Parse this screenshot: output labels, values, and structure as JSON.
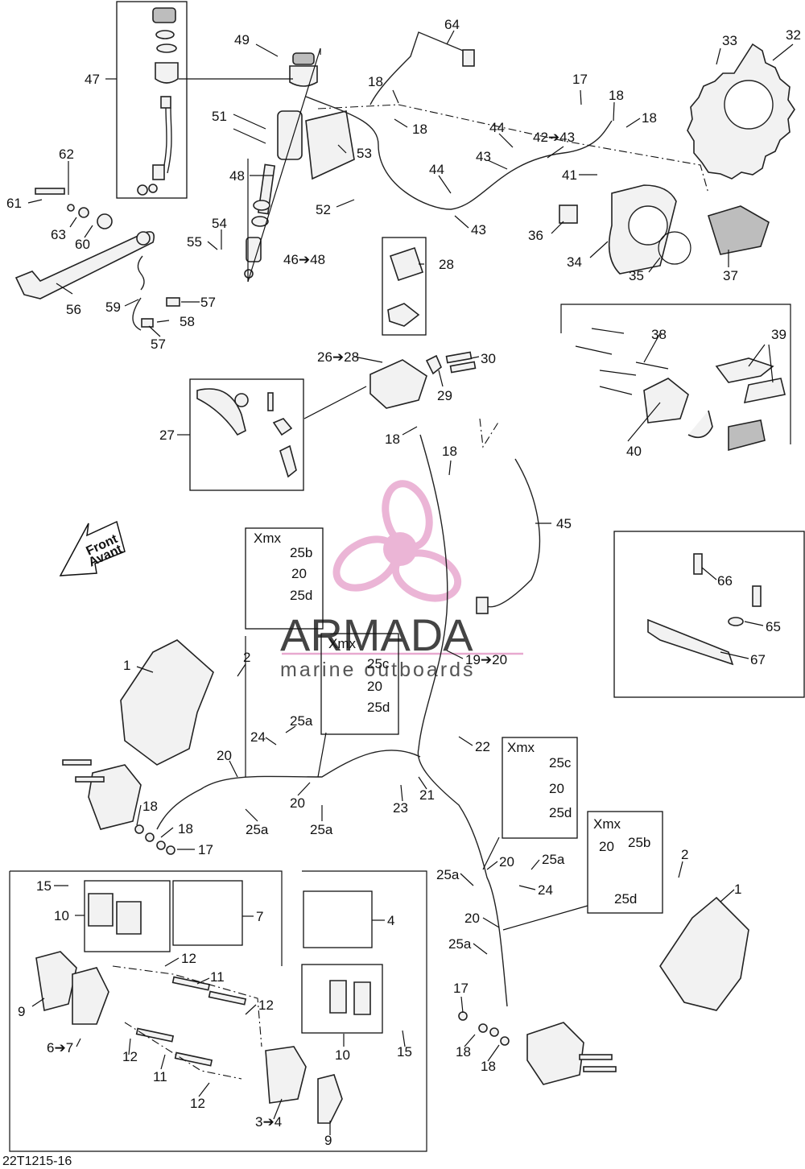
{
  "diagram_code": "22T1215-16",
  "direction_arrow": {
    "line1": "Front",
    "line2": "Avant"
  },
  "watermark": {
    "brand": "ARMADA",
    "tagline": "marine outboards",
    "logo_color": "#e8a9cf",
    "text_color": "#444444"
  },
  "xmx_boxes": [
    {
      "title": "Xmx",
      "labels": [
        "25b",
        "20",
        "25d"
      ]
    },
    {
      "title": "Xmx",
      "labels": [
        "25c",
        "20",
        "25d"
      ]
    },
    {
      "title": "Xmx",
      "labels": [
        "25c",
        "20",
        "25d"
      ]
    },
    {
      "title": "Xmx",
      "labels": [
        "20",
        "25b",
        "25d"
      ]
    }
  ],
  "callouts": {
    "c64": "64",
    "c49": "49",
    "c47": "47",
    "c51": "51",
    "c53": "53",
    "c48": "48",
    "c52": "52",
    "c54": "54",
    "c55": "55",
    "c46_48": "46➔48",
    "c62": "62",
    "c61": "61",
    "c63": "63",
    "c60": "60",
    "c56": "56",
    "c59": "59",
    "c57a": "57",
    "c58": "58",
    "c57b": "57",
    "c18a": "18",
    "c18b": "18",
    "c44a": "44",
    "c42_43": "42➔43",
    "c43a": "43",
    "c44b": "44",
    "c43b": "43",
    "c17a": "17",
    "c18c": "18",
    "c18d": "18",
    "c41": "41",
    "c33": "33",
    "c32": "32",
    "c36": "36",
    "c34": "34",
    "c35": "35",
    "c37": "37",
    "c38": "38",
    "c39": "39",
    "c40": "40",
    "c28": "28",
    "c26_28": "26➔28",
    "c30": "30",
    "c29": "29",
    "c27": "27",
    "c18e": "18",
    "c18f": "18",
    "c45": "45",
    "c66": "66",
    "c65": "65",
    "c67": "67",
    "c19_20": "19➔20",
    "c1a": "1",
    "c2a": "2",
    "c24a": "24",
    "c25a1": "25a",
    "c20a": "20",
    "c20b": "20",
    "c25a2": "25a",
    "c25a3": "25a",
    "c22": "22",
    "c21": "21",
    "c23": "23",
    "c18g": "18",
    "c18h": "18",
    "c17b": "17",
    "c25a4": "25a",
    "c20c": "20",
    "c25a5": "25a",
    "c24b": "24",
    "c20d": "20",
    "c25a6": "25a",
    "c2b": "2",
    "c1b": "1",
    "c15a": "15",
    "c10a": "10",
    "c7": "7",
    "c4": "4",
    "c12a": "12",
    "c11a": "11",
    "c12b": "12",
    "c9a": "9",
    "c6_7": "6➔7",
    "c12c": "12",
    "c11b": "11",
    "c12d": "12",
    "c10b": "10",
    "c15b": "15",
    "c3_4": "3➔4",
    "c9b": "9",
    "c17c": "17",
    "c18i": "18",
    "c18j": "18"
  }
}
